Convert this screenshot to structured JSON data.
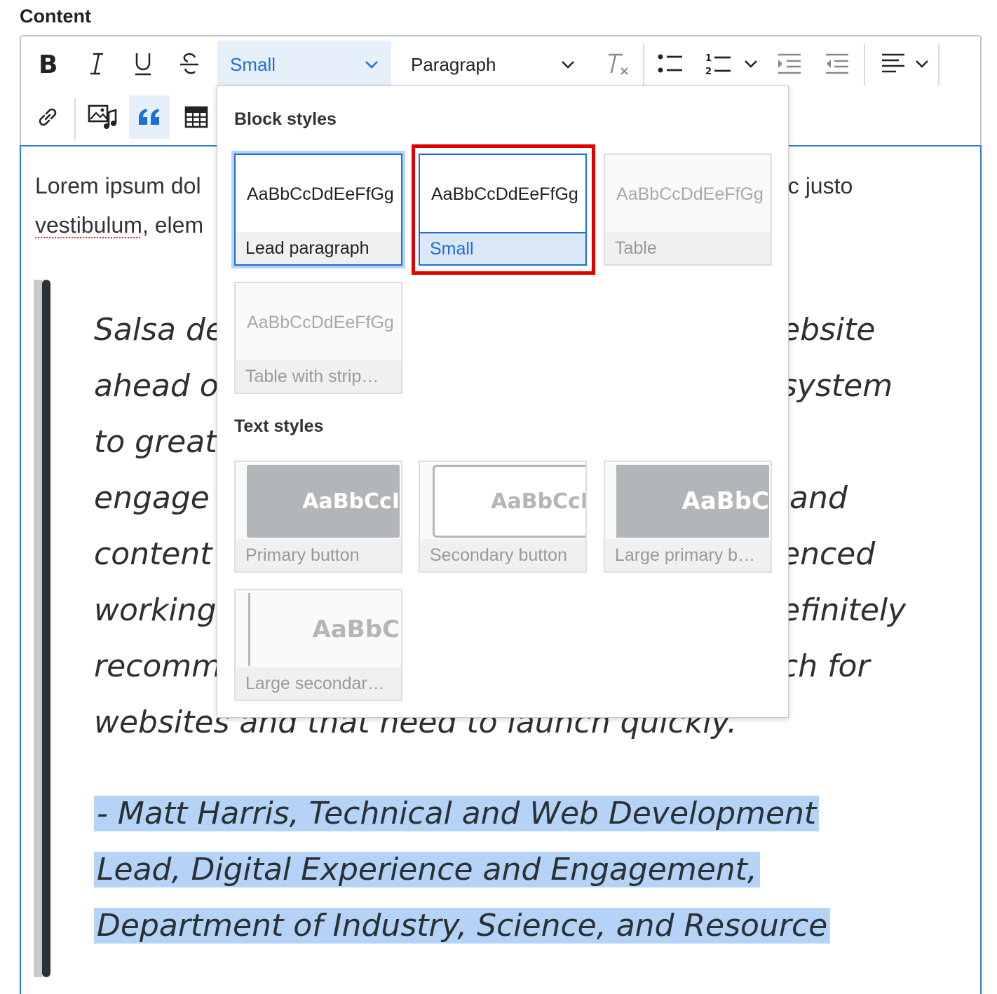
{
  "field": {
    "label": "Content"
  },
  "toolbar": {
    "style_dropdown": "Small",
    "heading_dropdown": "Paragraph"
  },
  "content": {
    "paragraph_start": "Lorem ipsum dol",
    "paragraph_right": "ac justo",
    "paragraph_line2_word": "vestibulum",
    "paragraph_line2_rest": ", elem",
    "quote_lines": [
      {
        "left": "Salsa de",
        "right": "ebsite"
      },
      {
        "left": "ahead o",
        "right": "system"
      },
      {
        "left": "to great",
        "right": ""
      },
      {
        "left": "engage",
        "right": "and"
      },
      {
        "left": "content",
        "right": "enced"
      },
      {
        "left": "working",
        "right": "efinitely"
      },
      {
        "left": "recomm",
        "right": "ch for"
      }
    ],
    "quote_last": "websites and that need to launch quickly.",
    "attribution_lines": [
      "- Matt Harris, Technical and Web Development",
      "Lead, Digital Experience and Engagement,",
      "Department of Industry, Science, and Resource"
    ]
  },
  "styles_panel": {
    "block_heading": "Block styles",
    "text_heading": "Text styles",
    "sample": "AaBbCcDdEeFfGg",
    "button_sample": "AaBbCcI",
    "large_sample": "AaBbC",
    "block_styles": [
      "Lead paragraph",
      "Small",
      "Table",
      "Table with strip…"
    ],
    "text_styles": [
      "Primary button",
      "Secondary button",
      "Large primary b…",
      "Large secondar…"
    ],
    "selected": "Small"
  },
  "colors": {
    "accent": "#1d6fd8",
    "selection": "#b4d3f7",
    "callout": "#e00000"
  }
}
